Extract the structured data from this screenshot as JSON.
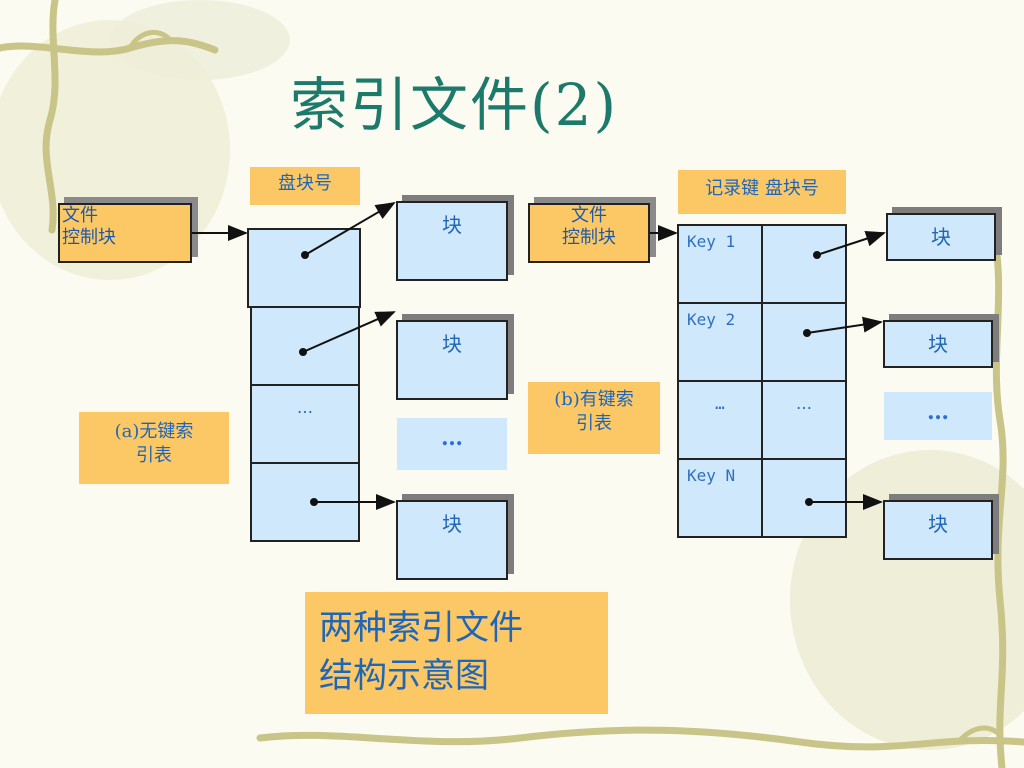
{
  "title": "索引文件(2)",
  "left": {
    "disk_no_label": "盘块号",
    "ctrl_line1": "文件",
    "ctrl_line2": "控制块",
    "cell_ellipsis": "…",
    "block_label": "块",
    "block_dots": "…",
    "caption_line1": "(a)无键索",
    "caption_line2": "引表"
  },
  "right": {
    "header_label": "记录键 盘块号",
    "ctrl_line1": "文件",
    "ctrl_line2": "控制块",
    "keys": [
      "Key 1",
      "Key 2",
      "…",
      "Key N"
    ],
    "ptr_ellipsis": "…",
    "block_label": "块",
    "block_dots": "…",
    "caption_line1": "(b)有键索",
    "caption_line2": "引表"
  },
  "summary_line1": "两种索引文件",
  "summary_line2": "结构示意图",
  "colors": {
    "title": "#1d7a6a",
    "label_fill": "#fcc866",
    "cell_fill": "#cfe8fb",
    "text_blue": "#2066b8"
  }
}
